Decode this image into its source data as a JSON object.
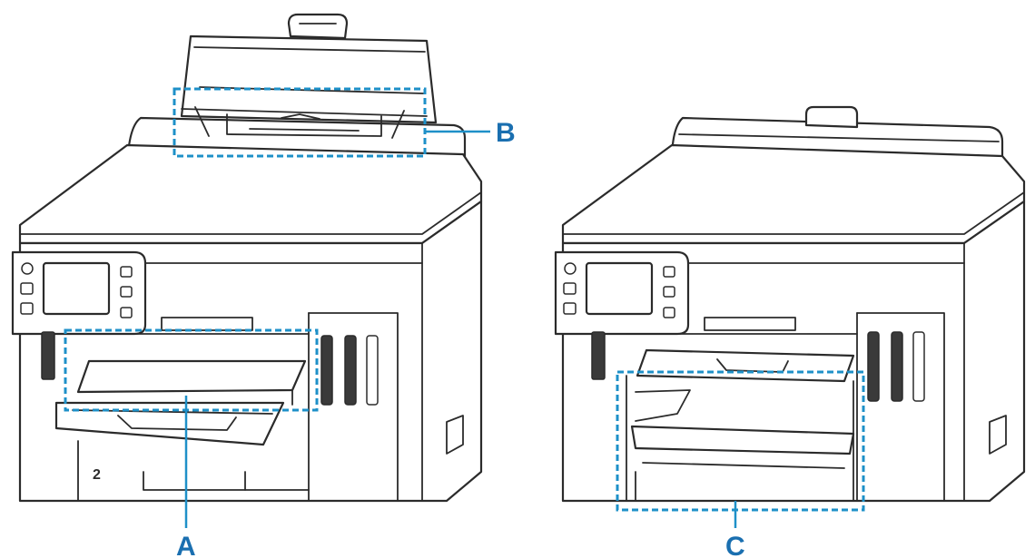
{
  "callouts": {
    "a": "A",
    "b": "B",
    "c": "C"
  },
  "tray_number": "2",
  "colors": {
    "outline": "#2b2b2b",
    "highlight": "#1e90c8",
    "callout_text": "#1a6fb0",
    "ink": "#3a3a3a"
  }
}
